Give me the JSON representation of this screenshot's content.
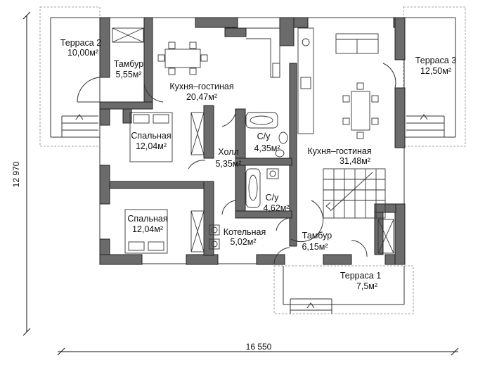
{
  "rooms": [
    {
      "id": "terrace2",
      "name": "Терраса 2",
      "area": "10,00м²"
    },
    {
      "id": "vestibule-left",
      "name": "Тамбур",
      "area": "5,55м²"
    },
    {
      "id": "kitchen-living-left",
      "name": "Кухня–гостиная",
      "area": "20,47м²"
    },
    {
      "id": "terrace3",
      "name": "Терраса 3",
      "area": "12,50м²"
    },
    {
      "id": "bedroom-top",
      "name": "Спальная",
      "area": "12,04м²"
    },
    {
      "id": "bath-top",
      "name": "С/у",
      "area": "4,35м²"
    },
    {
      "id": "hall",
      "name": "Холл",
      "area": "5,35м²"
    },
    {
      "id": "kitchen-living-right",
      "name": "Кухня–гостиная",
      "area": "31,48м²"
    },
    {
      "id": "bath-bottom",
      "name": "С/у",
      "area": "4,62м²"
    },
    {
      "id": "bedroom-bottom",
      "name": "Спальная",
      "area": "12,04м²"
    },
    {
      "id": "boiler",
      "name": "Котельная",
      "area": "5,02м²"
    },
    {
      "id": "vestibule-right",
      "name": "Тамбур",
      "area": "6,15м²"
    },
    {
      "id": "terrace1",
      "name": "Терраса 1",
      "area": "7,5м²"
    }
  ],
  "dimensions": {
    "height": "12 970",
    "width": "16 550"
  }
}
